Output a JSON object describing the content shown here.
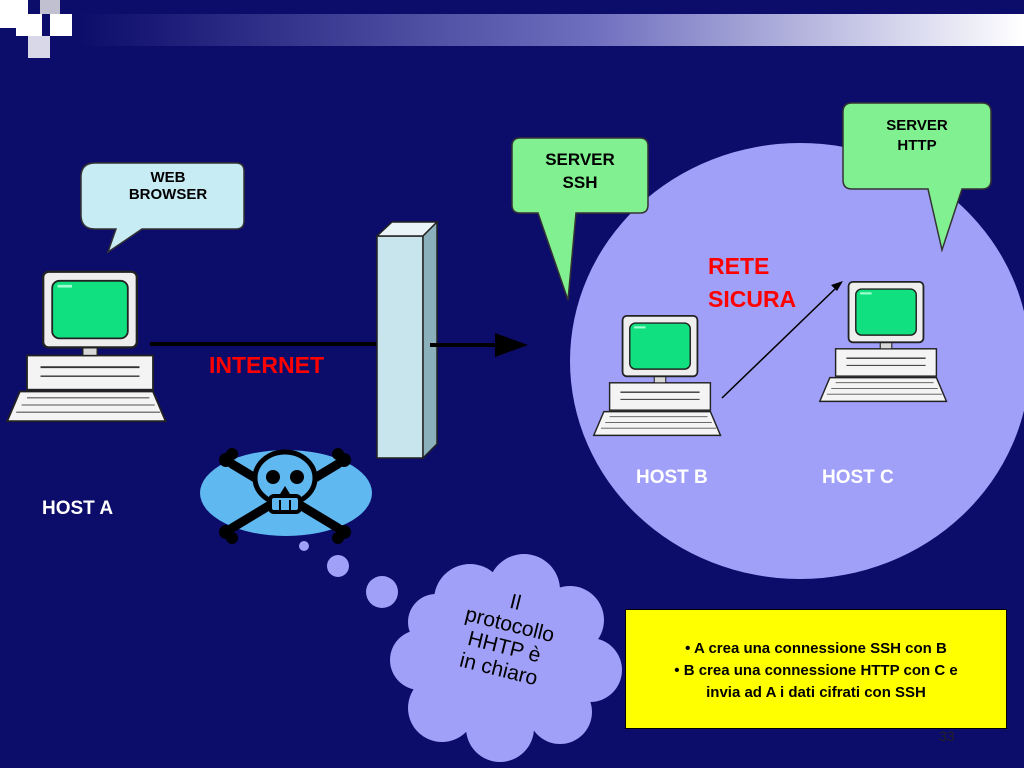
{
  "colors": {
    "background": "#0c0c6a",
    "secure_network": "#a0a0f8",
    "bubble_fill": "#80f090",
    "web_bubble_fill": "#c8ecf4",
    "internet_label": "#ff0000",
    "secure_label": "#ff0000",
    "info_box": "#ffff00",
    "screen": "#10e080"
  },
  "labels": {
    "host_a": "HOST A",
    "host_b": "HOST B",
    "host_c": "HOST C",
    "internet": "INTERNET",
    "rete_sicura_line1": "RETE",
    "rete_sicura_line2": "SICURA"
  },
  "bubbles": {
    "web_browser_line1": "WEB",
    "web_browser_line2": "BROWSER",
    "server_ssh_line1": "SERVER",
    "server_ssh_line2": "SSH",
    "server_http_line1": "SERVER",
    "server_http_line2": "HTTP"
  },
  "cloud": {
    "line1": "Il",
    "line2": "protocollo",
    "line3": "HHTP è",
    "line4": "in chiaro"
  },
  "info_box": {
    "line1": "• A  crea una connessione SSH con B",
    "line2": "•  B crea una connessione HTTP con C e",
    "line3": "invia ad A i dati cifrati con SSH"
  },
  "icons": [
    "computer-icon",
    "firewall-icon",
    "skull-crossbones-icon",
    "arrow-icon"
  ],
  "page_number": "33"
}
